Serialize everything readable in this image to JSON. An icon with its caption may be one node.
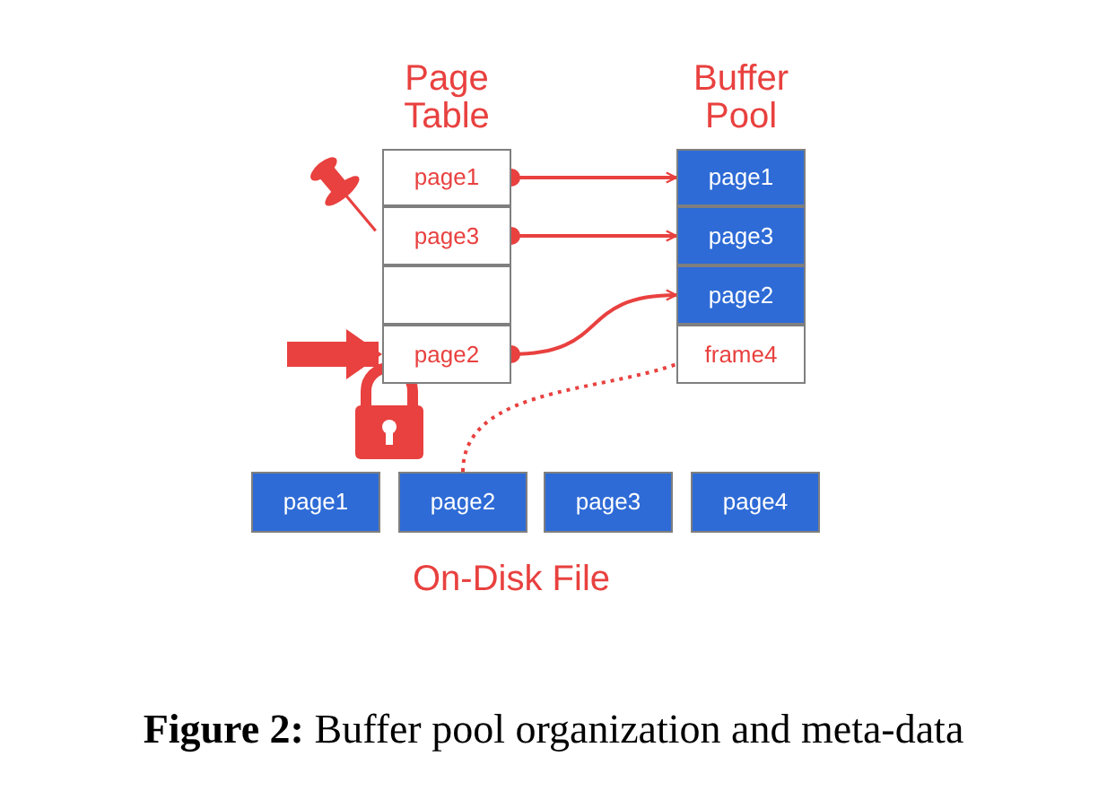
{
  "diagram": {
    "caption": "**Figure 2:** Buffer pool organization and meta-data",
    "nodes": [
      {
        "text": [
          "Page Table"
        ]
      },
      {
        "text": [
          "page1"
        ],
        "in": 0
      },
      {
        "text": [
          "page3"
        ],
        "in": 0
      },
      {
        "text": [],
        "shape": "box",
        "in": 0
      },
      {
        "text": [
          "page2"
        ],
        "in": 0
      },
      {
        "text": [
          "Buffer Pool"
        ]
      },
      {
        "text": [
          "page1"
        ],
        "in": 5
      },
      {
        "text": [
          "page3"
        ],
        "in": 5
      },
      {
        "text": [
          "page2"
        ],
        "in": 5
      },
      {
        "text": [
          "frame4"
        ],
        "in": 5
      },
      {
        "text": [
          "page1"
        ]
      },
      {
        "text": [
          "page2"
        ]
      },
      {
        "text": [
          "page3"
        ]
      },
      {
        "text": [
          "page4"
        ]
      }
    ],
    "edges": [
      {
        "from": 1,
        "to": 6,
        "arrow": "to"
      },
      {
        "from": 2,
        "to": 7,
        "arrow": "to"
      },
      {
        "from": 4,
        "to": 8,
        "arrow": "to"
      },
      {
        "from": 11,
        "to": 9,
        "arrow": "to",
        "style": "dashed"
      },
      {
        "from": null,
        "to": 4,
        "arrow": "to",
        "style": "thick"
      }
    ],
    "labels": [
      "On-Disk File"
    ]
  }
}
